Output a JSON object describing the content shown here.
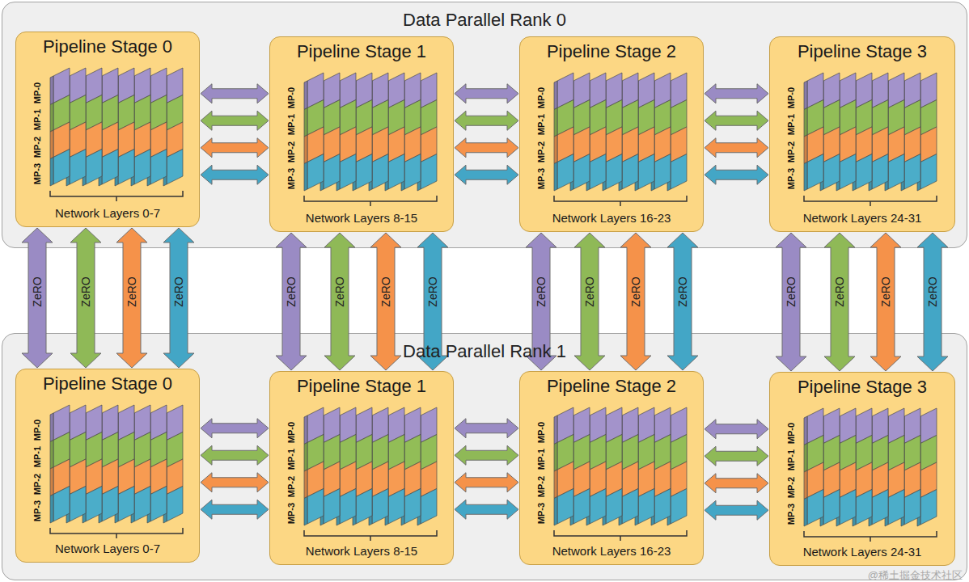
{
  "diagram": {
    "nodes": [
      {
        "text": [
          "Data Parallel Rank 0"
        ]
      },
      {
        "text": [
          "Pipeline Stage 0",
          "Network Layers 0-7"
        ],
        "in": 0
      },
      {
        "text": [
          "Pipeline Stage 1",
          "Network Layers 8-15"
        ],
        "in": 0
      },
      {
        "text": [
          "Pipeline Stage 2",
          "Network Layers 16-23"
        ],
        "in": 0
      },
      {
        "text": [
          "Pipeline Stage 3",
          "Network Layers 24-31"
        ],
        "in": 0
      },
      {
        "text": [
          "Data Parallel Rank 1"
        ]
      },
      {
        "text": [
          "Pipeline Stage 0",
          "Network Layers 0-7"
        ],
        "in": 5
      },
      {
        "text": [
          "Pipeline Stage 1",
          "Network Layers 8-15"
        ],
        "in": 5
      },
      {
        "text": [
          "Pipeline Stage 2",
          "Network Layers 16-23"
        ],
        "in": 5
      },
      {
        "text": [
          "Pipeline Stage 3",
          "Network Layers 24-31"
        ],
        "in": 5
      }
    ],
    "edges": [
      {
        "from": 1,
        "to": 2,
        "arrow": "both"
      },
      {
        "from": 1,
        "to": 2,
        "arrow": "both"
      },
      {
        "from": 1,
        "to": 2,
        "arrow": "both"
      },
      {
        "from": 1,
        "to": 2,
        "arrow": "both"
      },
      {
        "from": 2,
        "to": 3,
        "arrow": "both"
      },
      {
        "from": 2,
        "to": 3,
        "arrow": "both"
      },
      {
        "from": 2,
        "to": 3,
        "arrow": "both"
      },
      {
        "from": 2,
        "to": 3,
        "arrow": "both"
      },
      {
        "from": 3,
        "to": 4,
        "arrow": "both"
      },
      {
        "from": 3,
        "to": 4,
        "arrow": "both"
      },
      {
        "from": 3,
        "to": 4,
        "arrow": "both"
      },
      {
        "from": 3,
        "to": 4,
        "arrow": "both"
      },
      {
        "from": 6,
        "to": 7,
        "arrow": "both"
      },
      {
        "from": 6,
        "to": 7,
        "arrow": "both"
      },
      {
        "from": 6,
        "to": 7,
        "arrow": "both"
      },
      {
        "from": 6,
        "to": 7,
        "arrow": "both"
      },
      {
        "from": 7,
        "to": 8,
        "arrow": "both"
      },
      {
        "from": 7,
        "to": 8,
        "arrow": "both"
      },
      {
        "from": 7,
        "to": 8,
        "arrow": "both"
      },
      {
        "from": 7,
        "to": 8,
        "arrow": "both"
      },
      {
        "from": 8,
        "to": 9,
        "arrow": "both"
      },
      {
        "from": 8,
        "to": 9,
        "arrow": "both"
      },
      {
        "from": 8,
        "to": 9,
        "arrow": "both"
      },
      {
        "from": 8,
        "to": 9,
        "arrow": "both"
      },
      {
        "from": 1,
        "to": 6,
        "arrow": "both",
        "label": "ZeRO"
      },
      {
        "from": 1,
        "to": 6,
        "arrow": "both",
        "label": "ZeRO"
      },
      {
        "from": 1,
        "to": 6,
        "arrow": "both",
        "label": "ZeRO"
      },
      {
        "from": 1,
        "to": 6,
        "arrow": "both",
        "label": "ZeRO"
      },
      {
        "from": 2,
        "to": 7,
        "arrow": "both",
        "label": "ZeRO"
      },
      {
        "from": 2,
        "to": 7,
        "arrow": "both",
        "label": "ZeRO"
      },
      {
        "from": 2,
        "to": 7,
        "arrow": "both",
        "label": "ZeRO"
      },
      {
        "from": 2,
        "to": 7,
        "arrow": "both",
        "label": "ZeRO"
      },
      {
        "from": 3,
        "to": 8,
        "arrow": "both",
        "label": "ZeRO"
      },
      {
        "from": 3,
        "to": 8,
        "arrow": "both",
        "label": "ZeRO"
      },
      {
        "from": 3,
        "to": 8,
        "arrow": "both",
        "label": "ZeRO"
      },
      {
        "from": 3,
        "to": 8,
        "arrow": "both",
        "label": "ZeRO"
      },
      {
        "from": 4,
        "to": 9,
        "arrow": "both",
        "label": "ZeRO"
      },
      {
        "from": 4,
        "to": 9,
        "arrow": "both",
        "label": "ZeRO"
      },
      {
        "from": 4,
        "to": 9,
        "arrow": "both",
        "label": "ZeRO"
      },
      {
        "from": 4,
        "to": 9,
        "arrow": "both",
        "label": "ZeRO"
      }
    ],
    "labels": [
      "MP-0",
      "MP-1",
      "MP-2",
      "MP-3",
      "MP-0",
      "MP-1",
      "MP-2",
      "MP-3",
      "MP-0",
      "MP-1",
      "MP-2",
      "MP-3",
      "MP-0",
      "MP-1",
      "MP-2",
      "MP-3",
      "MP-0",
      "MP-1",
      "MP-2",
      "MP-3",
      "MP-0",
      "MP-1",
      "MP-2",
      "MP-3",
      "MP-0",
      "MP-1",
      "MP-2",
      "MP-3",
      "MP-0",
      "MP-1",
      "MP-2",
      "MP-3",
      "@稀土掘金技术社区"
    ]
  }
}
